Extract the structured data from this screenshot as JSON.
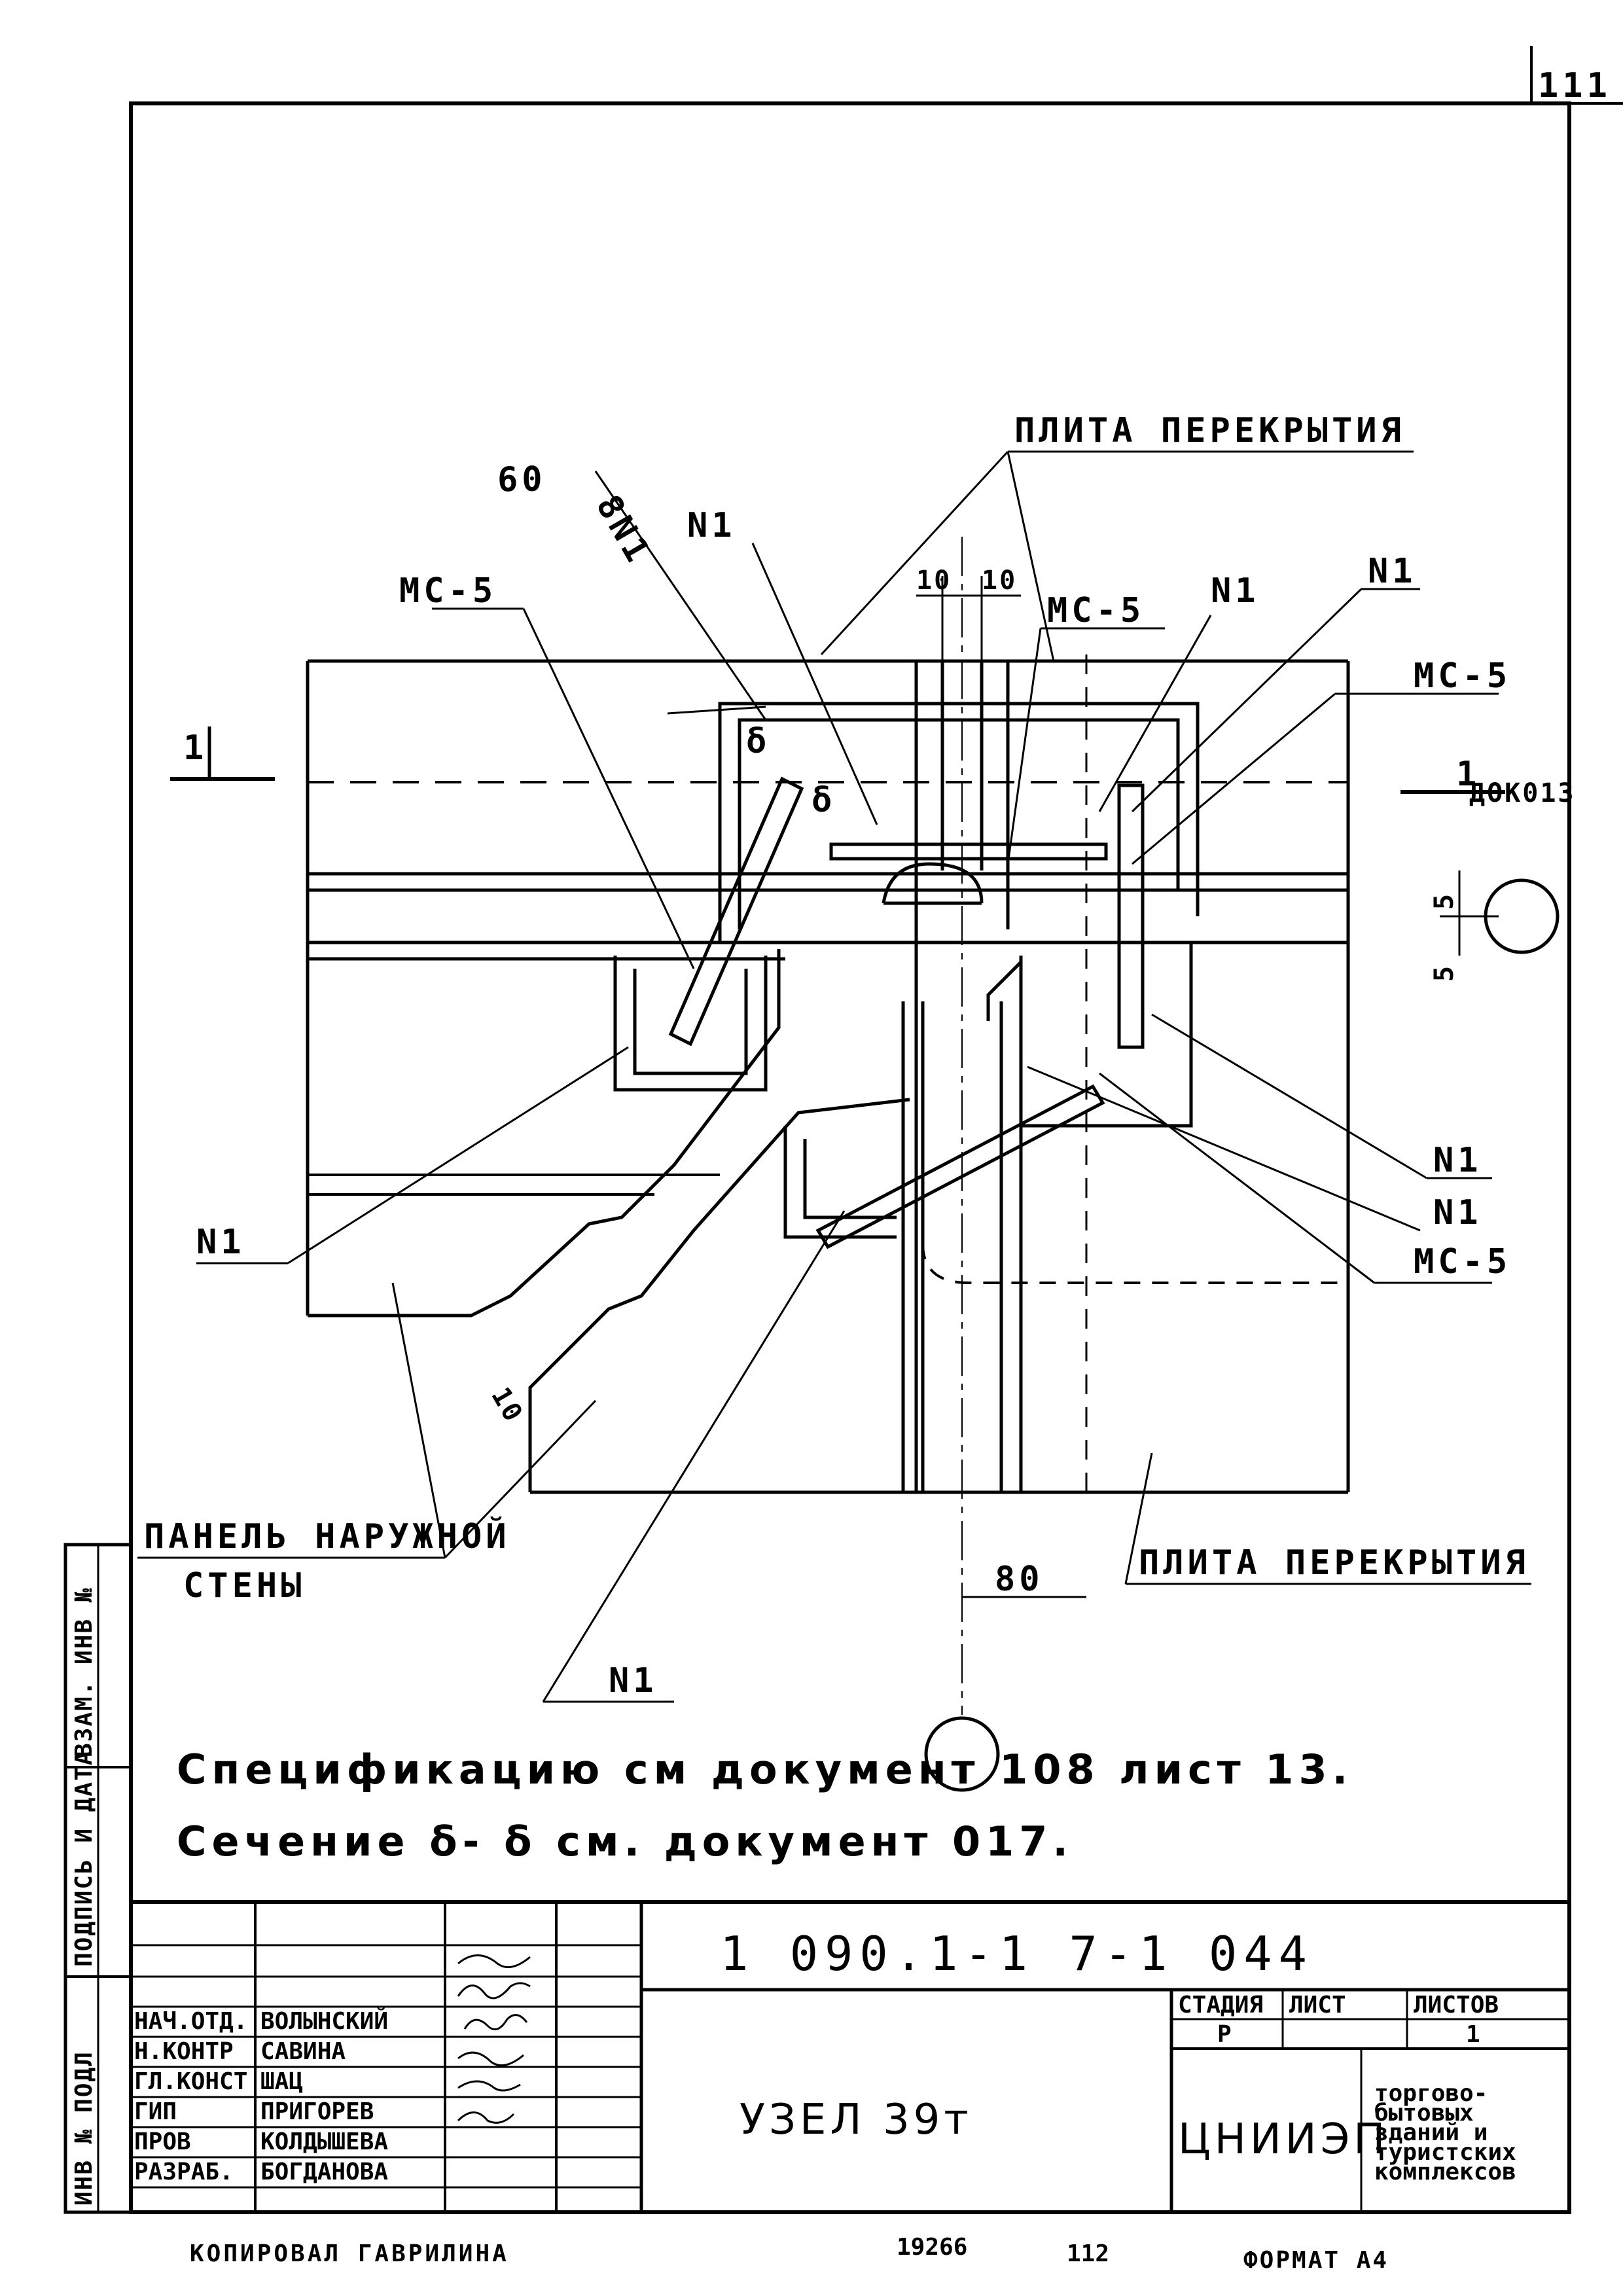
{
  "sheet_number": "111",
  "labels": {
    "plita_top": "ПЛИТА ПЕРЕКРЫТИЯ",
    "plita_bottom": "ПЛИТА ПЕРЕКРЫТИЯ",
    "mc5_left": "МС-5",
    "mc5_mid": "МС-5",
    "mc5_right": "МС-5",
    "mc5_bottom": "МС-5",
    "n1_top_a": "N1",
    "n1_top_b": "N1",
    "n1_top_c": "N1",
    "n1_left": "N1",
    "n1_right_a": "N1",
    "n1_right_b": "N1",
    "n1_bottom": "N1",
    "dim_60": "60",
    "dim_8n1": "8N1",
    "dim_10a": "10",
    "dim_10b": "10",
    "dim_80": "80",
    "dim_5a": "5",
    "dim_5b": "5",
    "dim_10_weld": "10",
    "section_mark": "1",
    "section_ref": "1",
    "section_ref_doc": "ДОК013",
    "delta_a": "δ",
    "delta_b": "δ",
    "panel_line1": "ПАНЕЛЬ НАРУЖНОЙ",
    "panel_line2": "СТЕНЫ"
  },
  "notes": {
    "line1": "Спецификацию   см   документ 108 лист 13.",
    "line2": "Сечение   δ- δ   см.  документ  017."
  },
  "side_stamp": {
    "inv_podl": "ИНВ № ПОДЛ",
    "podpis": "ПОДПИСЬ И ДАТА",
    "vzam": "ВЗАМ. ИНВ №"
  },
  "title_block": {
    "doc_code": "1 090.1-1   7-1  044",
    "title": "УЗЕЛ 39т",
    "stage_header": "СТАДИЯ",
    "sheet_header": "ЛИСТ",
    "sheets_header": "ЛИСТОВ",
    "stage": "Р",
    "sheet": "",
    "sheets": "1",
    "org": "ЦНИИЭП",
    "org_desc": [
      "торгово-",
      "бытовых",
      "зданий и",
      "туристских",
      "комплексов"
    ],
    "roles": [
      {
        "role": "НАЧ.ОТД.",
        "name": "ВОЛЫНСКИЙ"
      },
      {
        "role": "Н.КОНТР",
        "name": "САВИНА"
      },
      {
        "role": "ГЛ.КОНСТ",
        "name": "ШАЦ"
      },
      {
        "role": "ГИП",
        "name": "ПРИГОРЕВ"
      },
      {
        "role": "ПРОВ",
        "name": "КОЛДЫШЕВА"
      },
      {
        "role": "РАЗРАБ.",
        "name": "БОГДАНОВА"
      }
    ]
  },
  "footer": {
    "copied": "КОПИРОВАЛ  ГАВРИЛИНА",
    "num1": "19266",
    "num2": "112",
    "format": "ФОРМАТ А4"
  }
}
